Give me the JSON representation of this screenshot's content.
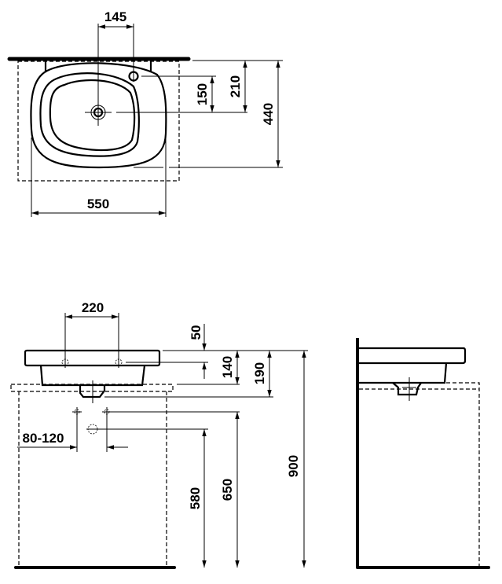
{
  "top_view": {
    "dimensions": {
      "tap_offset": "145",
      "tap_to_drain": "150",
      "wall_to_drain": "210",
      "depth": "440",
      "width": "550"
    }
  },
  "front_view": {
    "dimensions": {
      "tap_hole_spacing": "220",
      "tap_hole_height": "50",
      "bowl_height": "140",
      "total_height": "190",
      "floor_to_top": "900",
      "supply_spacing": "80-120",
      "drain_height": "580",
      "supply_height": "650"
    }
  }
}
